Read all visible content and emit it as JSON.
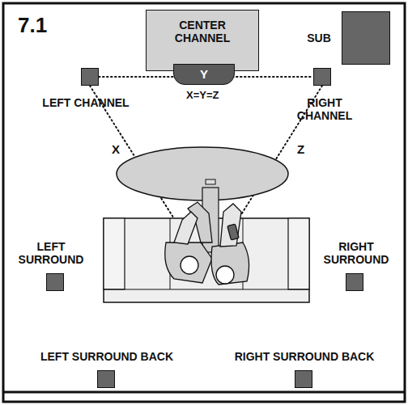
{
  "diagram": {
    "title": "7.1",
    "nodes": [
      {
        "text": [
          "CENTER CHANNEL"
        ]
      },
      {
        "text": [
          "Y"
        ],
        "in": 0
      },
      {
        "text": [
          "SUB"
        ]
      },
      {
        "text": [
          "LEFT CHANNEL"
        ]
      },
      {
        "text": [
          "RIGHT CHANNEL"
        ]
      },
      {
        "text": [
          "LEFT SURROUND"
        ]
      },
      {
        "text": [
          "RIGHT SURROUND"
        ]
      },
      {
        "text": [
          "LEFT SURROUND BACK"
        ]
      },
      {
        "text": [
          "RIGHT SURROUND BACK"
        ]
      }
    ],
    "edges": [
      {
        "from": 3,
        "to": 4,
        "arrow": "none"
      }
    ],
    "labels": [
      "X=Y=Z",
      "X",
      "Z"
    ]
  }
}
